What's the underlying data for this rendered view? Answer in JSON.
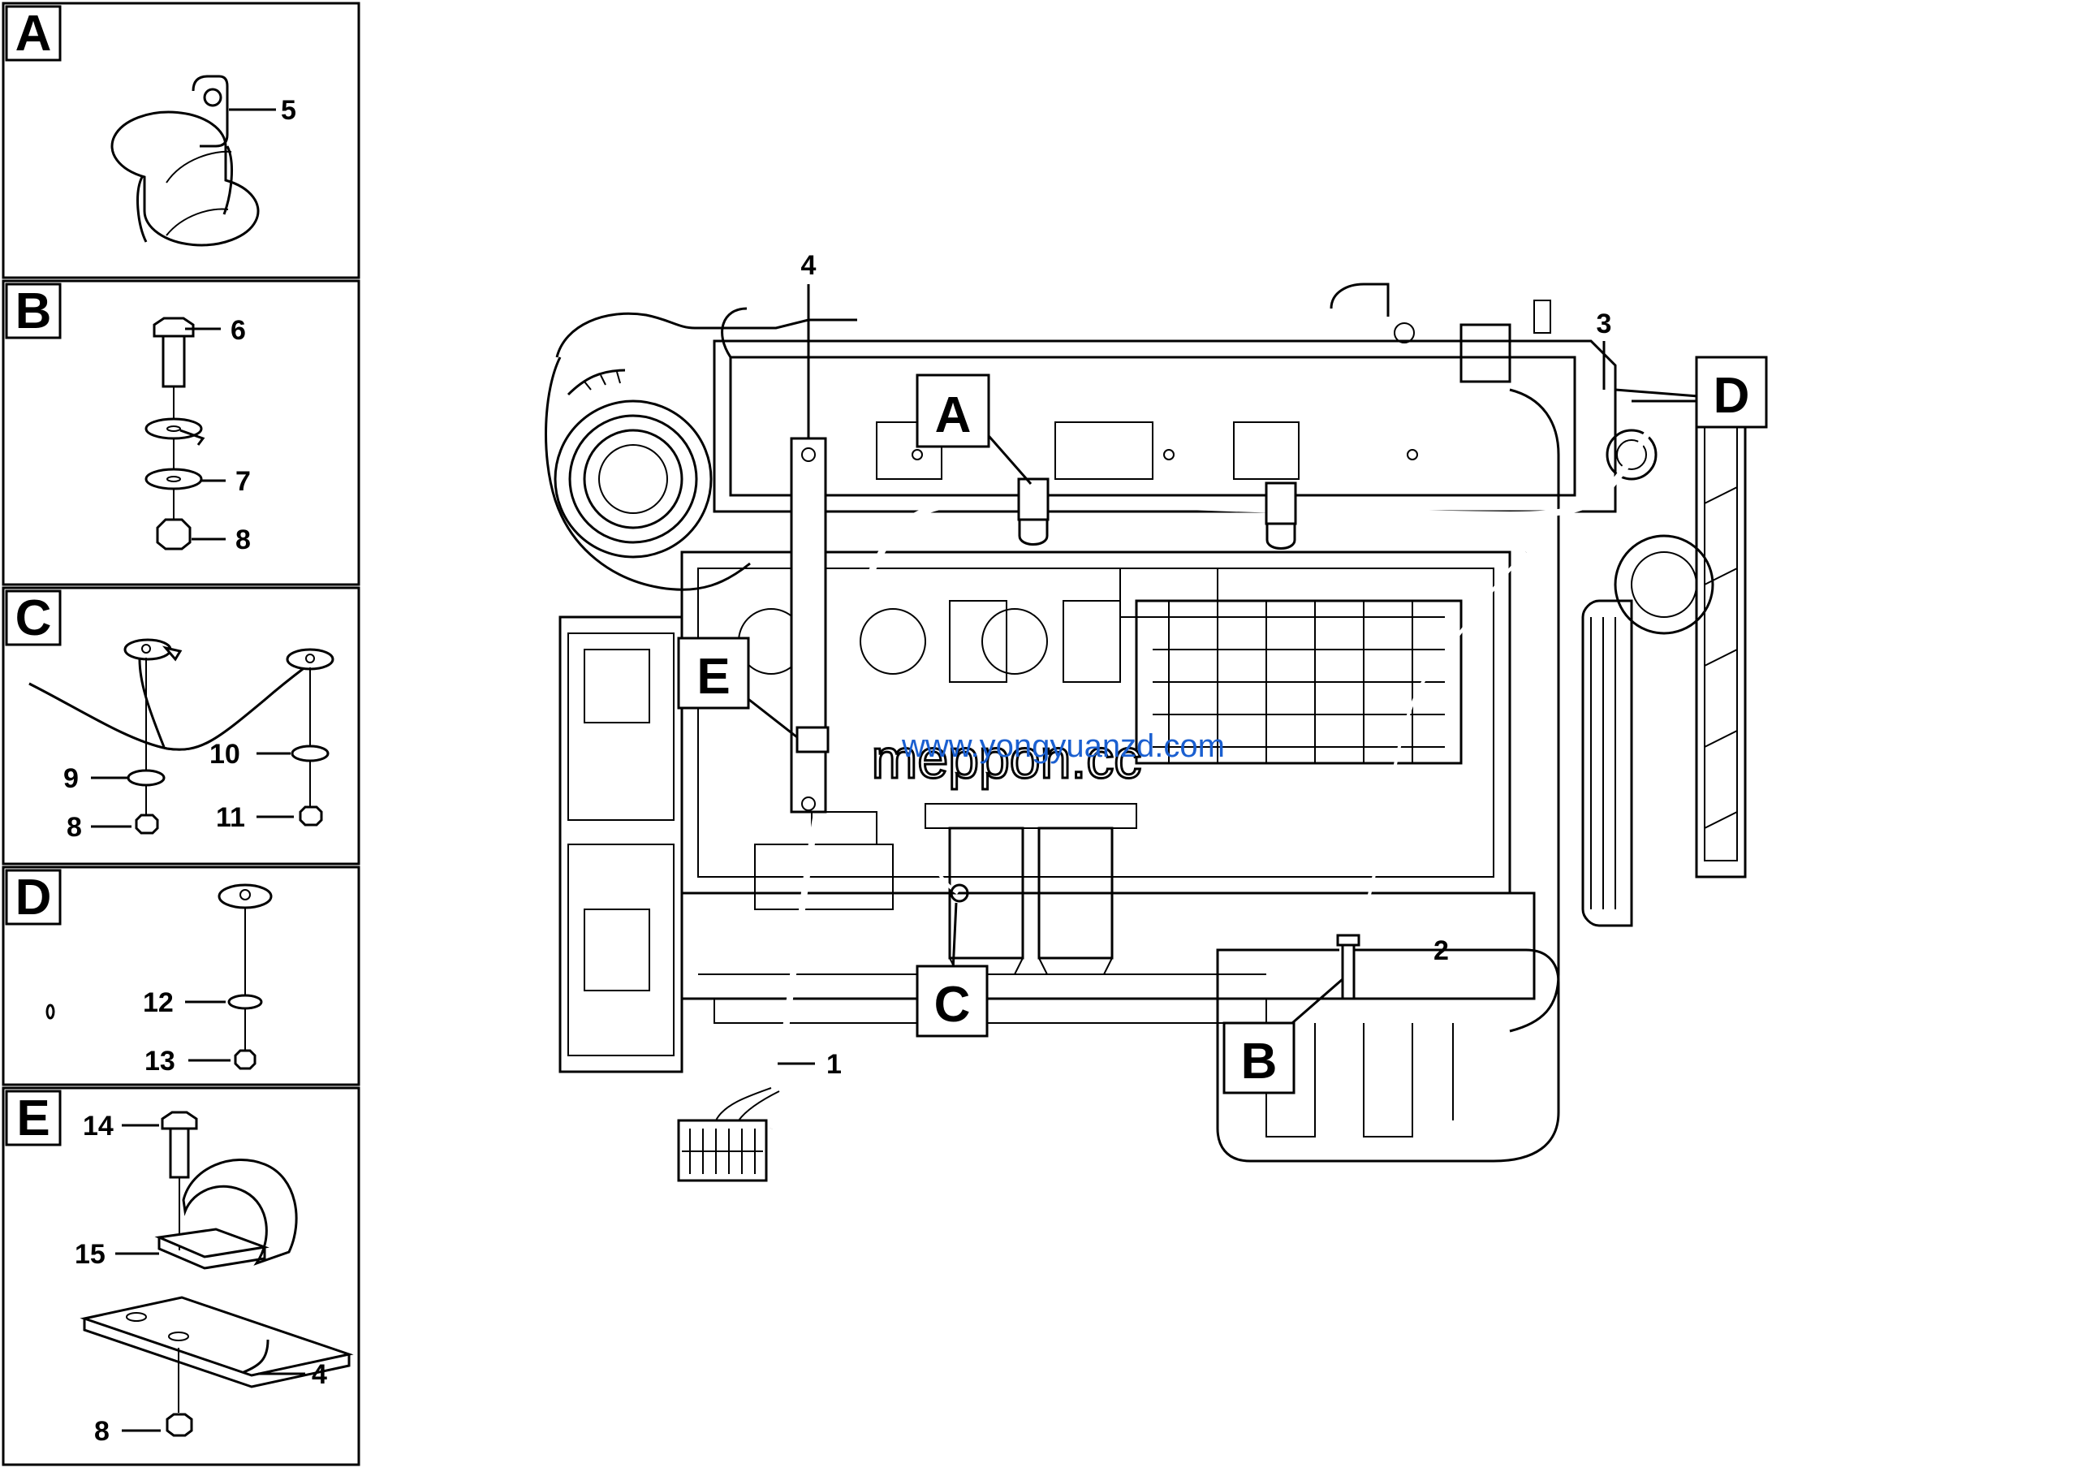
{
  "detail_panels": [
    {
      "letter": "A",
      "callouts": [
        "5"
      ]
    },
    {
      "letter": "B",
      "callouts": [
        "6",
        "7",
        "8"
      ]
    },
    {
      "letter": "C",
      "callouts": [
        "10",
        "9",
        "11",
        "8"
      ]
    },
    {
      "letter": "D",
      "callouts": [
        "12",
        "13"
      ]
    },
    {
      "letter": "E",
      "callouts": [
        "14",
        "15",
        "4",
        "8"
      ]
    }
  ],
  "main_view": {
    "detail_markers": [
      "A",
      "D",
      "E",
      "C",
      "B"
    ],
    "callouts": [
      "4",
      "3",
      "2",
      "1"
    ]
  },
  "watermark": {
    "url_text": "www.yongyuanzd.com",
    "brand_text": "meppon.cc"
  }
}
